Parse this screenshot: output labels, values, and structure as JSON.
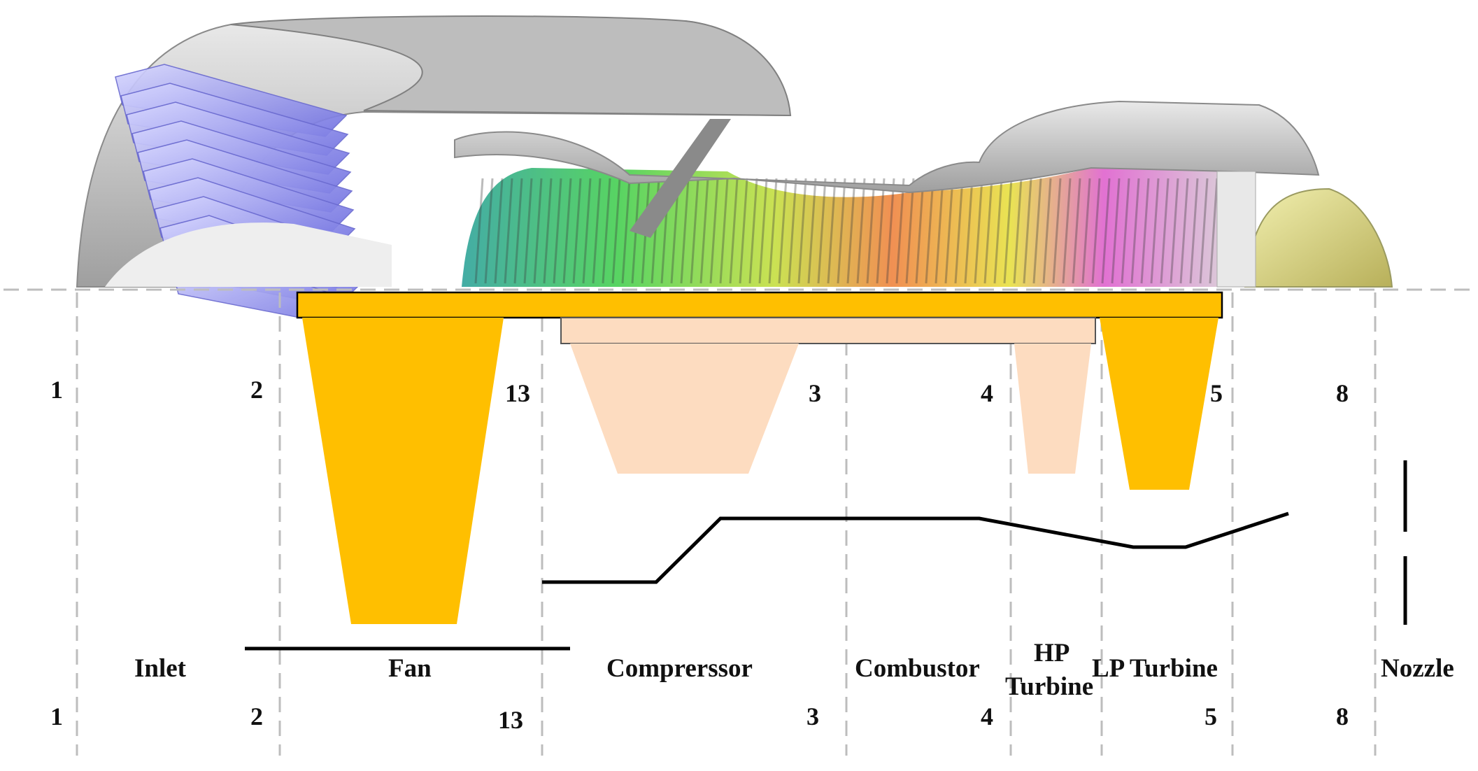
{
  "colors": {
    "low_spool": "#ffbf00",
    "high_spool": "#fddcc0",
    "high_spool_stroke": "#555555",
    "guide_line": "#bdbdbd",
    "duct_line": "#000000",
    "casing": "#c8c8c8",
    "fan_blade": "#8c8cf0"
  },
  "stations_top": [
    "1",
    "2",
    "13",
    "3",
    "4",
    "5",
    "8"
  ],
  "stations_bottom": [
    "1",
    "2",
    "13",
    "3",
    "4",
    "5",
    "8"
  ],
  "components": {
    "inlet": "Inlet",
    "fan": "Fan",
    "compressor": "Comprerssor",
    "combustor": "Combustor",
    "hp_turbine_line1": "HP",
    "hp_turbine_line2": "Turbine",
    "lp_turbine": "LP Turbine",
    "nozzle": "Nozzle"
  }
}
